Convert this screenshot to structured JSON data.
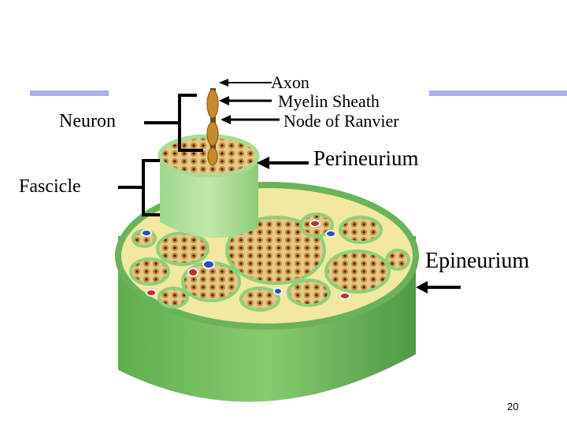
{
  "labels": {
    "neuron": "Neuron",
    "fascicle": "Fascicle",
    "axon": "Axon",
    "myelin_sheath": "Myelin Sheath",
    "node_of_ranvier": "Node of Ranvier",
    "perineurium": "Perineurium",
    "epineurium": "Epineurium"
  },
  "page_number": "20",
  "colors": {
    "accent_bar": "#aab0e8",
    "nerve_green": "#7cc26a",
    "nerve_green_dark": "#4f9a45",
    "axon_brown": "#b07a2a",
    "background": "#ffffff"
  }
}
